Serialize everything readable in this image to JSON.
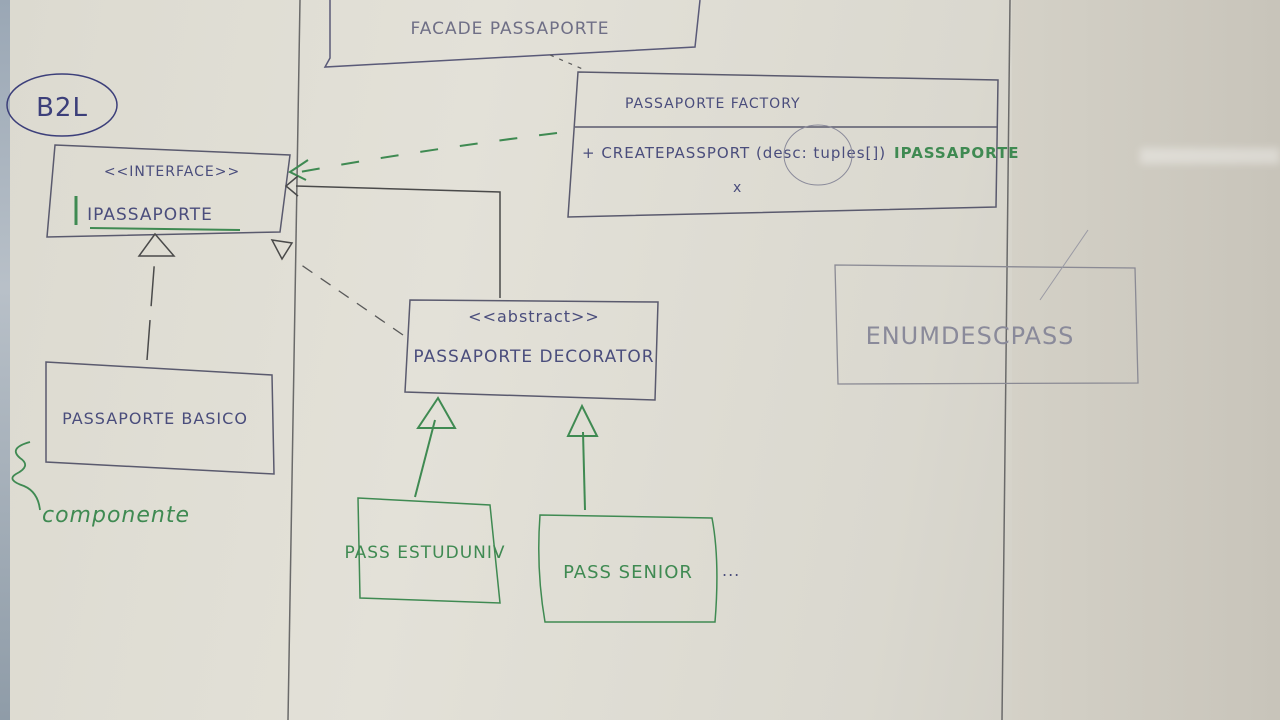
{
  "colors": {
    "blue_marker": "#3c3f7a",
    "green_marker": "#3f8a52",
    "faint_marker": "#6f6f86",
    "frame_line": "#5a5a5a"
  },
  "boxes": {
    "facade": {
      "name": "FACADE PASSAPORTE"
    },
    "factory": {
      "name": "PASSAPORTE FACTORY",
      "method": "+ CREATEPASSPORT (desc: tuples[])",
      "return_type": "IPASSAPORTE",
      "static_marker": "x"
    },
    "interface": {
      "stereotype": "<<INTERFACE>>",
      "name": "IPASSAPORTE"
    },
    "basic": {
      "name": "PASSAPORTE BASICO"
    },
    "decorator": {
      "stereotype": "<<abstract>>",
      "name": "PASSAPORTE DECORATOR"
    },
    "student": {
      "name": "PASS ESTUDUNIV"
    },
    "senior": {
      "name": "PASS SENIOR",
      "ellipsis": "..."
    },
    "enum": {
      "name": "ENUMDESCPASS"
    }
  },
  "labels": {
    "layer": "B2L",
    "componente": "componente"
  }
}
